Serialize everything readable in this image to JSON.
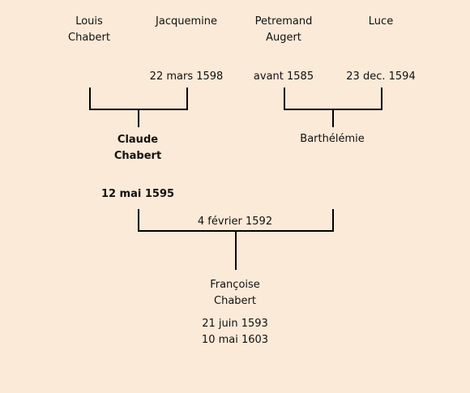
{
  "persons": {
    "louis": {
      "first": "Louis",
      "last": "Chabert"
    },
    "jacquemine": {
      "name": "Jacquemine",
      "date": "22 mars 1598"
    },
    "petremand": {
      "first": "Petremand",
      "last": "Augert",
      "date": "avant 1585"
    },
    "luce": {
      "name": "Luce",
      "date": "23 dec. 1594"
    },
    "claude": {
      "first": "Claude",
      "last": "Chabert",
      "date": "12 mai 1595"
    },
    "barthelemie": {
      "name": "Barthélémie"
    },
    "francoise": {
      "first": "Françoise",
      "last": "Chabert",
      "birth": "21 juin 1593",
      "death": "10 mai 1603"
    }
  },
  "marriages": {
    "claude_barthelemie": "4 février 1592"
  }
}
